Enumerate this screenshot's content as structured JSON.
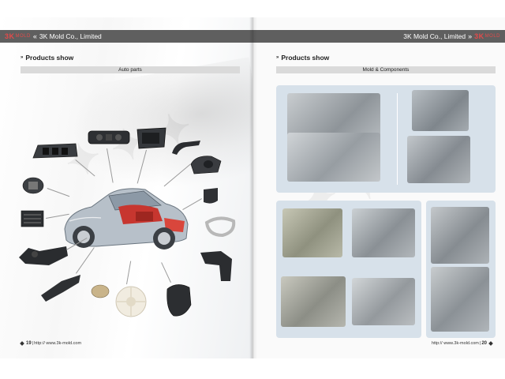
{
  "left_page": {
    "header": {
      "logo_3k": "3K",
      "logo_mold": "MOLD",
      "chevrons": "«",
      "company": "3K Mold Co., Limited"
    },
    "section_title": "Products show",
    "section_mark": "»",
    "category": "Auto parts",
    "footer": {
      "page_number": "19",
      "url": "http:// www.3k-mold.com"
    },
    "image": "car-with-auto-parts"
  },
  "right_page": {
    "header": {
      "company": "3K Mold Co., Limited",
      "chevrons": "»",
      "logo_3k": "3K",
      "logo_mold": "MOLD"
    },
    "section_title": "Products show",
    "section_mark": "»",
    "category": "Mold & Components",
    "footer": {
      "url": "http:// www.3k-mold.com",
      "page_number": "20"
    },
    "images": [
      "mold-halves-pair",
      "mold-assembly",
      "mold-assembly-large",
      "mold-base",
      "mold-base-tall"
    ]
  },
  "colors": {
    "header_bar": "#5f5f5f",
    "logo_red": "#e34b4b",
    "sub_bar": "#dadada",
    "panel_blue": "#d7e1ea"
  }
}
